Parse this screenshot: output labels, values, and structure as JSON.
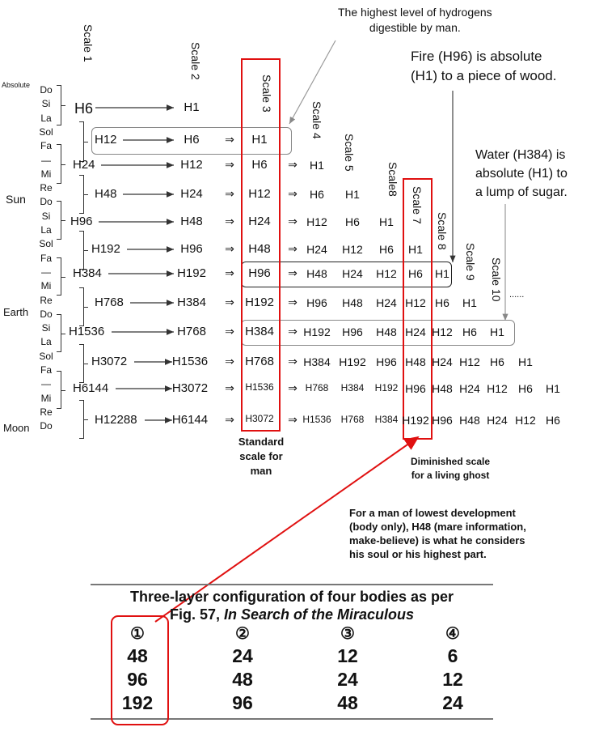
{
  "scale_labels": [
    "Scale 1",
    "Scale 2",
    "Scale 3",
    "Scale 4",
    "Scale 5",
    "Scale8",
    "Scale 7",
    "Scale 8",
    "Scale 9",
    "Scale 10"
  ],
  "ellipsis": "......",
  "notes": [
    "Do",
    "Si",
    "La",
    "Sol",
    "Fa",
    "—",
    "Mi",
    "Re",
    "Do",
    "Si",
    "La",
    "Sol",
    "Fa",
    "—",
    "Mi",
    "Re",
    "Do",
    "Si",
    "La",
    "Sol",
    "Fa",
    "—",
    "Mi",
    "Re",
    "Do"
  ],
  "levels": {
    "absolute": "Absolute",
    "sun": "Sun",
    "earth": "Earth",
    "moon": "Moon"
  },
  "arrow_symbol": "⇒",
  "rows": [
    {
      "s1": "H6",
      "s2": "H1",
      "s3": "",
      "rest": []
    },
    {
      "s1": "H12",
      "s2": "H6",
      "s3": "H1",
      "rest": []
    },
    {
      "s1": "H24",
      "s2": "H12",
      "s3": "H6",
      "rest": [
        "H1"
      ]
    },
    {
      "s1": "H48",
      "s2": "H24",
      "s3": "H12",
      "rest": [
        "H6",
        "H1"
      ]
    },
    {
      "s1": "H96",
      "s2": "H48",
      "s3": "H24",
      "rest": [
        "H12",
        "H6",
        "H1"
      ]
    },
    {
      "s1": "H192",
      "s2": "H96",
      "s3": "H48",
      "rest": [
        "H24",
        "H12",
        "H6",
        "H1"
      ]
    },
    {
      "s1": "H384",
      "s2": "H192",
      "s3": "H96",
      "rest": [
        "H48",
        "H24",
        "H12",
        "H6",
        "H1"
      ]
    },
    {
      "s1": "H768",
      "s2": "H384",
      "s3": "H192",
      "rest": [
        "H96",
        "H48",
        "H24",
        "H12",
        "H6",
        "H1"
      ]
    },
    {
      "s1": "H1536",
      "s2": "H768",
      "s3": "H384",
      "rest": [
        "H192",
        "H96",
        "H48",
        "H24",
        "H12",
        "H6",
        "H1"
      ]
    },
    {
      "s1": "H3072",
      "s2": "H1536",
      "s3": "H768",
      "rest": [
        "H384",
        "H192",
        "H96",
        "H48",
        "H24",
        "H12",
        "H6",
        "H1"
      ]
    },
    {
      "s1": "H6144",
      "s2": "H3072",
      "s3": "H1536",
      "rest": [
        "H768",
        "H384",
        "H192",
        "H96",
        "H48",
        "H24",
        "H12",
        "H6",
        "H1"
      ]
    },
    {
      "s1": "H12288",
      "s2": "H6144",
      "s3": "H3072",
      "rest": [
        "H1536",
        "H768",
        "H384",
        "H192",
        "H96",
        "H48",
        "H24",
        "H12",
        "H6"
      ]
    }
  ],
  "annotations": {
    "hydrogens": [
      "The highest level of hydrogens",
      "digestible by man."
    ],
    "fire": [
      "Fire (H96) is absolute",
      "(H1) to a piece of wood."
    ],
    "water": [
      "Water (H384) is",
      "absolute (H1) to",
      "a lump of sugar."
    ],
    "standard": [
      "Standard",
      "scale for",
      "man"
    ],
    "diminished": [
      "Diminished scale",
      "for a living ghost"
    ],
    "lowest": [
      "For a man of lowest development",
      "(body only), H48 (mare information,",
      "make-believe) is what he considers",
      "his soul or his highest part."
    ]
  },
  "table": {
    "title_line1": "Three-layer configuration of four bodies as per",
    "title_line2_prefix": "Fig. 57, ",
    "title_line2_italic": "In Search of the Miraculous",
    "columns": [
      {
        "head": "①",
        "values": [
          "48",
          "96",
          "192"
        ]
      },
      {
        "head": "②",
        "values": [
          "24",
          "48",
          "96"
        ]
      },
      {
        "head": "③",
        "values": [
          "12",
          "24",
          "48"
        ]
      },
      {
        "head": "④",
        "values": [
          "6",
          "12",
          "24"
        ]
      }
    ]
  },
  "colors": {
    "highlight": "#e01010",
    "box": "#888888",
    "dark_box": "#222222"
  }
}
